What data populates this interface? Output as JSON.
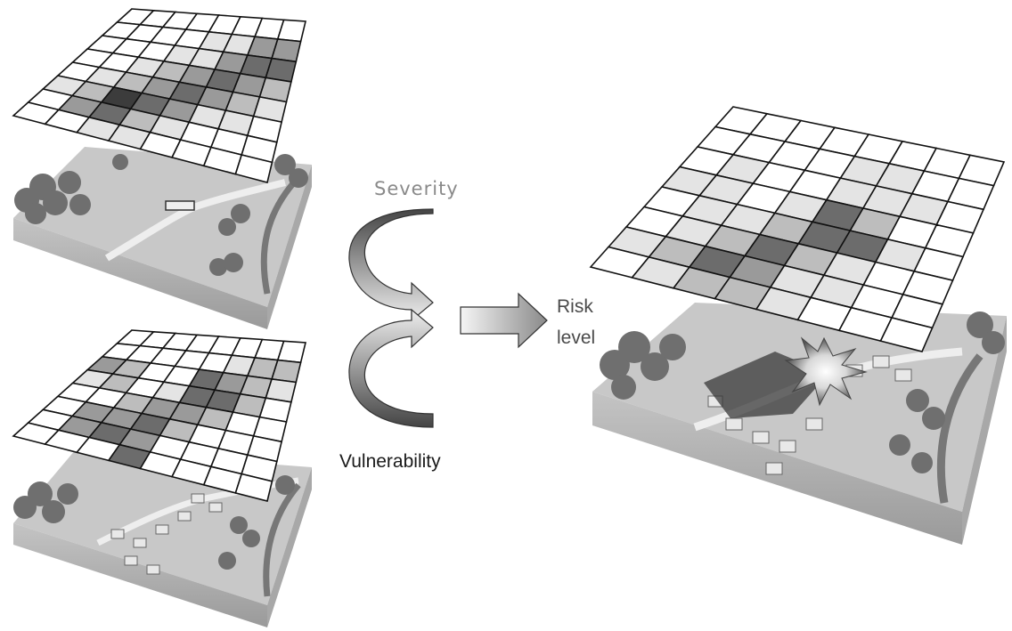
{
  "labels": {
    "severity": "Severity",
    "vulnerability": "Vulnerability",
    "risk_line1": "Risk",
    "risk_line2": "level"
  },
  "colors": {
    "grid_line": "#111111",
    "arrow_dark": "#555555",
    "arrow_light": "#e6e6e6",
    "forest": "#7a7a7a",
    "terrain": "#bdbdbd"
  },
  "grids": {
    "severity": [
      [
        0,
        0,
        0,
        0,
        0,
        0,
        0,
        0
      ],
      [
        0,
        0,
        0,
        0,
        1,
        1,
        3,
        3
      ],
      [
        0,
        0,
        0,
        1,
        1,
        3,
        4,
        4
      ],
      [
        0,
        0,
        1,
        2,
        3,
        4,
        3,
        2
      ],
      [
        0,
        1,
        2,
        3,
        4,
        3,
        2,
        1
      ],
      [
        1,
        2,
        5,
        4,
        3,
        1,
        1,
        0
      ],
      [
        0,
        3,
        4,
        2,
        1,
        0,
        0,
        0
      ],
      [
        0,
        0,
        1,
        1,
        0,
        0,
        0,
        0
      ]
    ],
    "vulnerability": [
      [
        0,
        0,
        0,
        0,
        0,
        0,
        0,
        0
      ],
      [
        0,
        0,
        0,
        0,
        0,
        1,
        2,
        2
      ],
      [
        3,
        2,
        0,
        0,
        4,
        3,
        2,
        1
      ],
      [
        1,
        2,
        0,
        1,
        4,
        4,
        2,
        0
      ],
      [
        0,
        0,
        2,
        3,
        3,
        2,
        0,
        0
      ],
      [
        0,
        3,
        3,
        4,
        2,
        0,
        0,
        0
      ],
      [
        0,
        3,
        4,
        3,
        0,
        0,
        0,
        0
      ],
      [
        0,
        0,
        0,
        4,
        0,
        0,
        0,
        0
      ]
    ],
    "risk": [
      [
        0,
        0,
        0,
        0,
        0,
        0,
        0,
        0
      ],
      [
        0,
        0,
        0,
        0,
        1,
        1,
        0,
        0
      ],
      [
        0,
        1,
        0,
        0,
        1,
        1,
        1,
        0
      ],
      [
        1,
        1,
        0,
        1,
        4,
        2,
        0,
        0
      ],
      [
        0,
        1,
        1,
        2,
        4,
        4,
        1,
        0
      ],
      [
        0,
        1,
        2,
        4,
        2,
        1,
        0,
        0
      ],
      [
        1,
        2,
        4,
        3,
        1,
        1,
        0,
        0
      ],
      [
        0,
        1,
        2,
        2,
        1,
        0,
        0,
        0
      ]
    ]
  }
}
